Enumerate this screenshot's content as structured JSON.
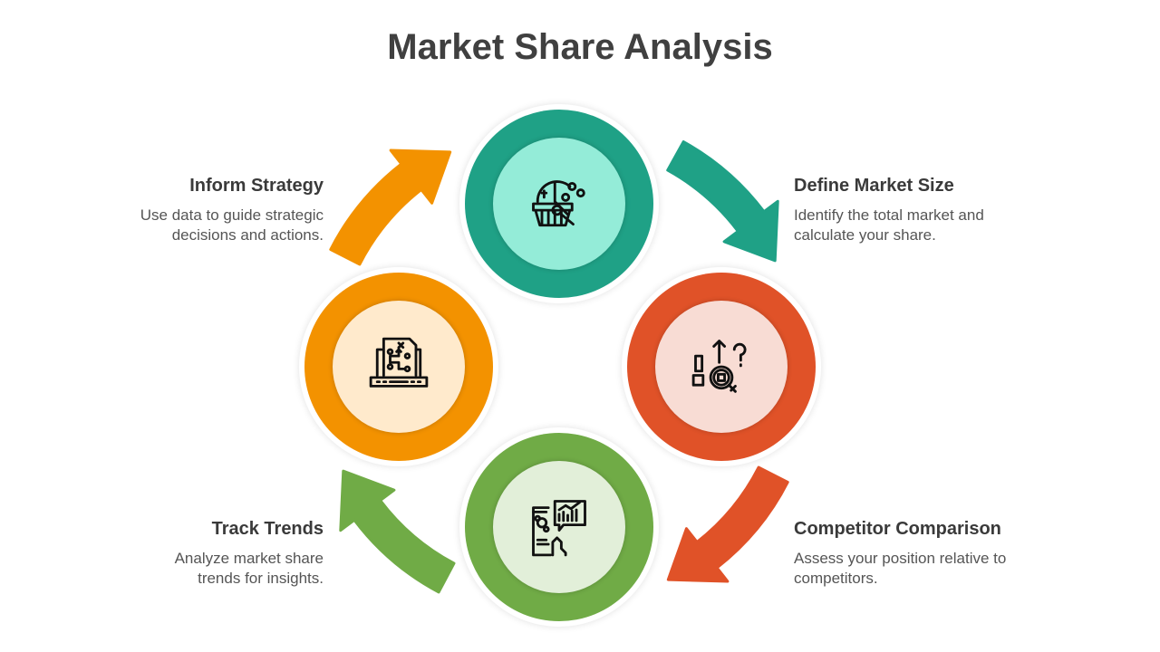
{
  "title": "Market Share Analysis",
  "steps": [
    {
      "title": "Define Market Size",
      "desc": "Identify the total market and calculate your share.",
      "color": "#1fa186",
      "light": "#94ecd8",
      "icon": "market-basket-chart-icon"
    },
    {
      "title": "Competitor Comparison",
      "desc": "Assess your position relative to competitors.",
      "color": "#e05228",
      "light": "#f8dcd4",
      "icon": "product-search-compare-icon"
    },
    {
      "title": "Track Trends",
      "desc": "Analyze market share trends for insights.",
      "color": "#70ab46",
      "light": "#e2efd9",
      "icon": "mobile-analytics-trend-icon"
    },
    {
      "title": "Inform Strategy",
      "desc": "Use data to guide strategic decisions and actions.",
      "color": "#f39200",
      "light": "#ffeacc",
      "icon": "laptop-strategy-plan-icon"
    }
  ]
}
